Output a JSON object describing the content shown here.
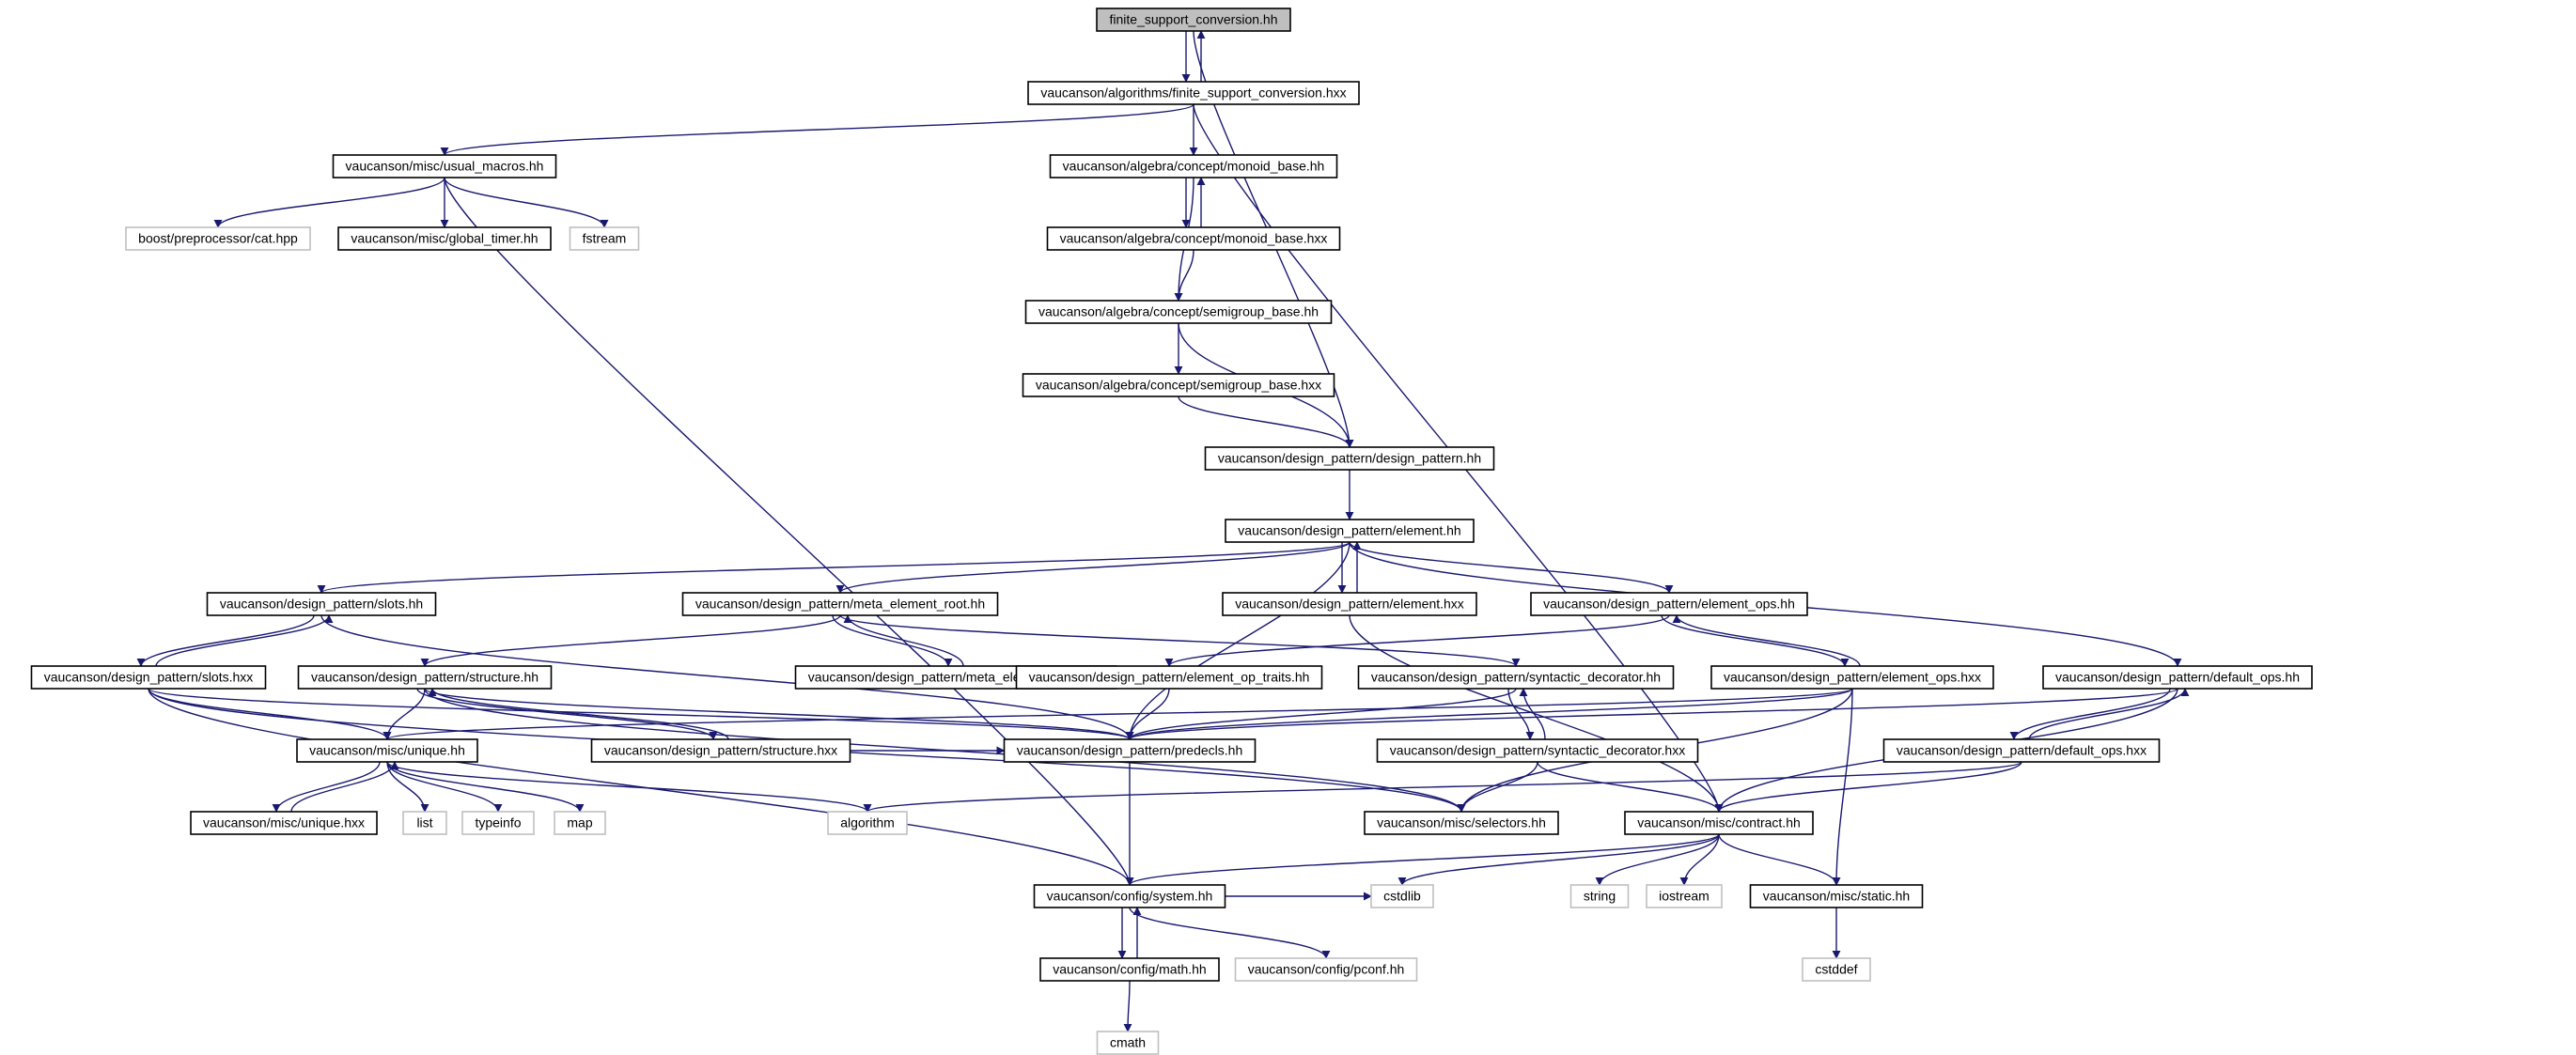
{
  "graph": {
    "nodes": [
      {
        "id": "n1",
        "label": "finite_support_conversion.hh",
        "style": "root"
      },
      {
        "id": "n2",
        "label": "vaucanson/algorithms/finite_support_conversion.hxx",
        "style": "normal"
      },
      {
        "id": "n3",
        "label": "vaucanson/misc/usual_macros.hh",
        "style": "normal"
      },
      {
        "id": "n4",
        "label": "vaucanson/algebra/concept/monoid_base.hh",
        "style": "normal"
      },
      {
        "id": "n5",
        "label": "boost/preprocessor/cat.hpp",
        "style": "external"
      },
      {
        "id": "n6",
        "label": "vaucanson/misc/global_timer.hh",
        "style": "normal"
      },
      {
        "id": "n7",
        "label": "fstream",
        "style": "external"
      },
      {
        "id": "n8",
        "label": "vaucanson/algebra/concept/monoid_base.hxx",
        "style": "normal"
      },
      {
        "id": "n9",
        "label": "vaucanson/algebra/concept/semigroup_base.hh",
        "style": "normal"
      },
      {
        "id": "n10",
        "label": "vaucanson/algebra/concept/semigroup_base.hxx",
        "style": "normal"
      },
      {
        "id": "n11",
        "label": "vaucanson/design_pattern/design_pattern.hh",
        "style": "normal"
      },
      {
        "id": "n12",
        "label": "vaucanson/design_pattern/element.hh",
        "style": "normal"
      },
      {
        "id": "n13",
        "label": "vaucanson/design_pattern/slots.hh",
        "style": "normal"
      },
      {
        "id": "n14",
        "label": "vaucanson/design_pattern/meta_element_root.hh",
        "style": "normal"
      },
      {
        "id": "n15",
        "label": "vaucanson/design_pattern/element.hxx",
        "style": "normal"
      },
      {
        "id": "n16",
        "label": "vaucanson/design_pattern/element_ops.hh",
        "style": "normal"
      },
      {
        "id": "n17",
        "label": "vaucanson/design_pattern/slots.hxx",
        "style": "normal"
      },
      {
        "id": "n18",
        "label": "vaucanson/design_pattern/structure.hh",
        "style": "normal"
      },
      {
        "id": "n19",
        "label": "vaucanson/design_pattern/meta_element_root.hxx",
        "style": "normal"
      },
      {
        "id": "n20",
        "label": "vaucanson/design_pattern/element_op_traits.hh",
        "style": "normal"
      },
      {
        "id": "n21",
        "label": "vaucanson/design_pattern/syntactic_decorator.hh",
        "style": "normal"
      },
      {
        "id": "n22",
        "label": "vaucanson/design_pattern/element_ops.hxx",
        "style": "normal"
      },
      {
        "id": "n23",
        "label": "vaucanson/design_pattern/default_ops.hh",
        "style": "normal"
      },
      {
        "id": "n24",
        "label": "vaucanson/misc/unique.hh",
        "style": "normal"
      },
      {
        "id": "n25",
        "label": "vaucanson/design_pattern/structure.hxx",
        "style": "normal"
      },
      {
        "id": "n26",
        "label": "vaucanson/design_pattern/predecls.hh",
        "style": "normal"
      },
      {
        "id": "n27",
        "label": "vaucanson/design_pattern/syntactic_decorator.hxx",
        "style": "normal"
      },
      {
        "id": "n28",
        "label": "vaucanson/design_pattern/default_ops.hxx",
        "style": "normal"
      },
      {
        "id": "n29",
        "label": "vaucanson/misc/unique.hxx",
        "style": "normal"
      },
      {
        "id": "n30",
        "label": "list",
        "style": "external"
      },
      {
        "id": "n31",
        "label": "typeinfo",
        "style": "external"
      },
      {
        "id": "n32",
        "label": "map",
        "style": "external"
      },
      {
        "id": "n33",
        "label": "algorithm",
        "style": "external"
      },
      {
        "id": "n34",
        "label": "vaucanson/misc/selectors.hh",
        "style": "normal"
      },
      {
        "id": "n35",
        "label": "vaucanson/misc/contract.hh",
        "style": "normal"
      },
      {
        "id": "n36",
        "label": "vaucanson/config/system.hh",
        "style": "normal"
      },
      {
        "id": "n37",
        "label": "cstdlib",
        "style": "external"
      },
      {
        "id": "n38",
        "label": "string",
        "style": "external"
      },
      {
        "id": "n39",
        "label": "iostream",
        "style": "external"
      },
      {
        "id": "n40",
        "label": "vaucanson/misc/static.hh",
        "style": "normal"
      },
      {
        "id": "n41",
        "label": "vaucanson/config/math.hh",
        "style": "normal"
      },
      {
        "id": "n42",
        "label": "vaucanson/config/pconf.hh",
        "style": "external"
      },
      {
        "id": "n43",
        "label": "cstddef",
        "style": "external"
      },
      {
        "id": "n44",
        "label": "cmath",
        "style": "external"
      }
    ],
    "edges": [
      [
        "n1",
        "n2"
      ],
      [
        "n2",
        "n1"
      ],
      [
        "n1",
        "n11"
      ],
      [
        "n2",
        "n3"
      ],
      [
        "n2",
        "n4"
      ],
      [
        "n2",
        "n35"
      ],
      [
        "n3",
        "n5"
      ],
      [
        "n3",
        "n6"
      ],
      [
        "n3",
        "n7"
      ],
      [
        "n3",
        "n36"
      ],
      [
        "n4",
        "n8"
      ],
      [
        "n8",
        "n4"
      ],
      [
        "n4",
        "n9"
      ],
      [
        "n8",
        "n9"
      ],
      [
        "n9",
        "n10"
      ],
      [
        "n9",
        "n11"
      ],
      [
        "n10",
        "n11"
      ],
      [
        "n11",
        "n12"
      ],
      [
        "n12",
        "n13"
      ],
      [
        "n12",
        "n14"
      ],
      [
        "n12",
        "n15"
      ],
      [
        "n15",
        "n12"
      ],
      [
        "n12",
        "n16"
      ],
      [
        "n12",
        "n23"
      ],
      [
        "n12",
        "n26"
      ],
      [
        "n13",
        "n17"
      ],
      [
        "n17",
        "n13"
      ],
      [
        "n13",
        "n26"
      ],
      [
        "n17",
        "n24"
      ],
      [
        "n17",
        "n34"
      ],
      [
        "n17",
        "n36"
      ],
      [
        "n14",
        "n19"
      ],
      [
        "n19",
        "n14"
      ],
      [
        "n14",
        "n18"
      ],
      [
        "n14",
        "n21"
      ],
      [
        "n15",
        "n35"
      ],
      [
        "n16",
        "n22"
      ],
      [
        "n22",
        "n16"
      ],
      [
        "n16",
        "n20"
      ],
      [
        "n18",
        "n25"
      ],
      [
        "n25",
        "n18"
      ],
      [
        "n18",
        "n24"
      ],
      [
        "n18",
        "n26"
      ],
      [
        "n18",
        "n34"
      ],
      [
        "n25",
        "n26"
      ],
      [
        "n17",
        "n26"
      ],
      [
        "n20",
        "n26"
      ],
      [
        "n21",
        "n26"
      ],
      [
        "n21",
        "n27"
      ],
      [
        "n27",
        "n21"
      ],
      [
        "n27",
        "n34"
      ],
      [
        "n27",
        "n35"
      ],
      [
        "n22",
        "n24"
      ],
      [
        "n22",
        "n34"
      ],
      [
        "n22",
        "n40"
      ],
      [
        "n22",
        "n26"
      ],
      [
        "n23",
        "n28"
      ],
      [
        "n28",
        "n23"
      ],
      [
        "n23",
        "n35"
      ],
      [
        "n23",
        "n26"
      ],
      [
        "n28",
        "n33"
      ],
      [
        "n28",
        "n35"
      ],
      [
        "n24",
        "n29"
      ],
      [
        "n29",
        "n24"
      ],
      [
        "n24",
        "n30"
      ],
      [
        "n24",
        "n31"
      ],
      [
        "n24",
        "n32"
      ],
      [
        "n24",
        "n33"
      ],
      [
        "n26",
        "n36"
      ],
      [
        "n35",
        "n36"
      ],
      [
        "n35",
        "n37"
      ],
      [
        "n35",
        "n38"
      ],
      [
        "n35",
        "n39"
      ],
      [
        "n35",
        "n40"
      ],
      [
        "n36",
        "n41"
      ],
      [
        "n41",
        "n36"
      ],
      [
        "n36",
        "n42"
      ],
      [
        "n36",
        "n37"
      ],
      [
        "n40",
        "n43"
      ],
      [
        "n41",
        "n44"
      ]
    ]
  }
}
